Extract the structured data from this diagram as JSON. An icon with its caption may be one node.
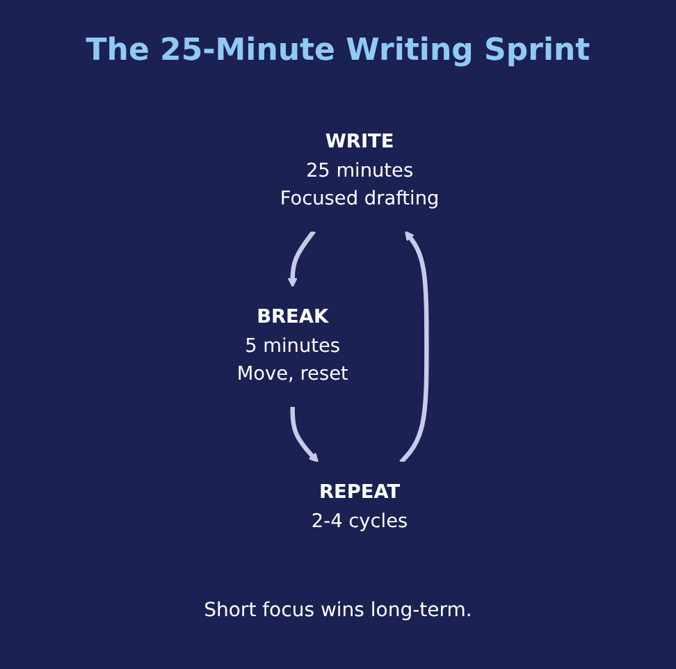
{
  "diagram": {
    "title": "The 25-Minute Writing Sprint",
    "nodes": [
      {
        "text": [
          "WRITE",
          "25 minutes",
          "Focused drafting"
        ]
      },
      {
        "text": [
          "BREAK",
          "5 minutes",
          "Move, reset"
        ]
      },
      {
        "text": [
          "REPEAT",
          "2-4 cycles"
        ]
      }
    ],
    "edges": [
      {
        "from": 0,
        "to": 1,
        "arrow": "to"
      },
      {
        "from": 1,
        "to": 2,
        "arrow": "to"
      },
      {
        "from": 2,
        "to": 0,
        "arrow": "to"
      }
    ],
    "labels": [
      "Short focus wins long-term."
    ]
  }
}
